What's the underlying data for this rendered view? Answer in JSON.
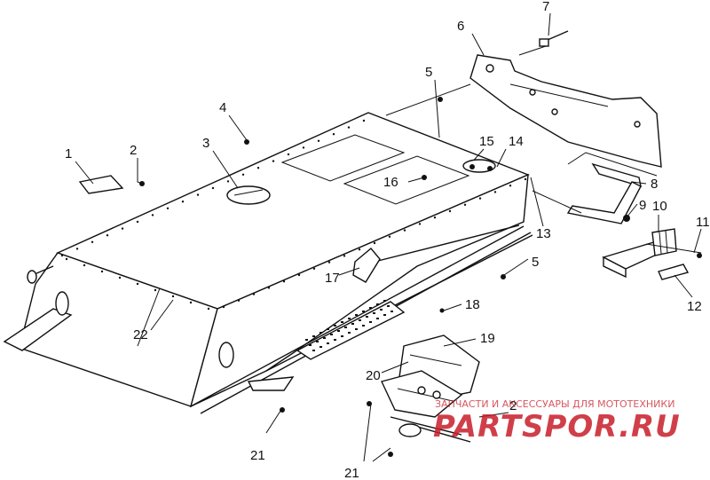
{
  "diagram": {
    "callouts": [
      {
        "id": "c1",
        "label": "1"
      },
      {
        "id": "c2a",
        "label": "2"
      },
      {
        "id": "c3",
        "label": "3"
      },
      {
        "id": "c4",
        "label": "4"
      },
      {
        "id": "c5a",
        "label": "5"
      },
      {
        "id": "c5b",
        "label": "5"
      },
      {
        "id": "c6",
        "label": "6"
      },
      {
        "id": "c7",
        "label": "7"
      },
      {
        "id": "c8",
        "label": "8"
      },
      {
        "id": "c9",
        "label": "9"
      },
      {
        "id": "c10",
        "label": "10"
      },
      {
        "id": "c11",
        "label": "11"
      },
      {
        "id": "c12",
        "label": "12"
      },
      {
        "id": "c13",
        "label": "13"
      },
      {
        "id": "c14",
        "label": "14"
      },
      {
        "id": "c15",
        "label": "15"
      },
      {
        "id": "c16",
        "label": "16"
      },
      {
        "id": "c17",
        "label": "17"
      },
      {
        "id": "c18",
        "label": "18"
      },
      {
        "id": "c19",
        "label": "19"
      },
      {
        "id": "c20",
        "label": "20"
      },
      {
        "id": "c2b",
        "label": "2"
      },
      {
        "id": "c21a",
        "label": "21"
      },
      {
        "id": "c21b",
        "label": "21"
      },
      {
        "id": "c22",
        "label": "22"
      }
    ]
  },
  "watermark": {
    "tagline": "ЗАПЧАСТИ И АКСЕССУАРЫ ДЛЯ МОТОТЕХНИКИ",
    "logo": "PARTSPOR.RU",
    "color": "#c81e2a"
  }
}
